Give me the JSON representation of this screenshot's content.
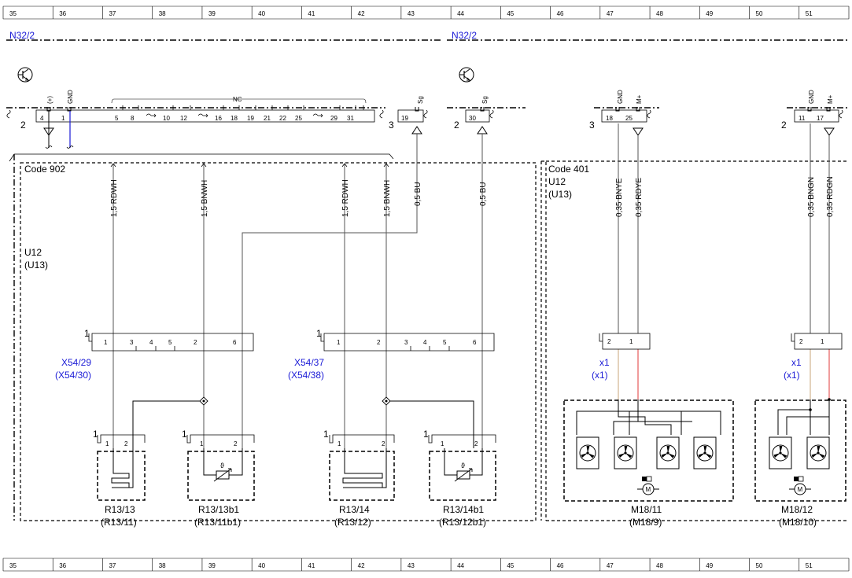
{
  "grid": {
    "columns": [
      "35",
      "36",
      "37",
      "38",
      "39",
      "40",
      "41",
      "42",
      "43",
      "44",
      "45",
      "46",
      "47",
      "48",
      "49",
      "50",
      "51"
    ]
  },
  "modules": {
    "left": "N32/2",
    "right": "N32/2"
  },
  "connector_a": {
    "end_left": "2",
    "end_right": "3",
    "pins": [
      "4",
      "1",
      "5",
      "8",
      "10",
      "12",
      "16",
      "18",
      "19",
      "21",
      "22",
      "25",
      "29",
      "31"
    ],
    "pin_plus": "(+)",
    "pin_gnd": "GND",
    "nc": "NC"
  },
  "connector_b": {
    "end_left": "3",
    "pin": "19",
    "label": "Sg"
  },
  "connector_c": {
    "end_left": "2",
    "pin": "30",
    "label": "Sg"
  },
  "connector_d": {
    "end_left": "3",
    "pins": [
      "18",
      "25"
    ],
    "labels": [
      "GND",
      "M+"
    ]
  },
  "connector_e": {
    "end_left": "2",
    "pins": [
      "11",
      "17"
    ],
    "labels": [
      "GND",
      "M+"
    ]
  },
  "code_902": {
    "title": "Code 902",
    "variant": "U12",
    "variant_alt": "(U13)"
  },
  "code_401": {
    "title": "Code 401",
    "variant": "U12",
    "variant_alt": "(U13)"
  },
  "wires": [
    {
      "id": "w1",
      "label": "1,5 RDWH"
    },
    {
      "id": "w2",
      "label": "1,5 BNWH"
    },
    {
      "id": "w3",
      "label": "1,5 RDWH"
    },
    {
      "id": "w4",
      "label": "1,5 BNWH"
    },
    {
      "id": "w5",
      "label": "0,5 BU"
    },
    {
      "id": "w6",
      "label": "0,5 BU"
    },
    {
      "id": "w7",
      "label": "0,35 BNYE"
    },
    {
      "id": "w8",
      "label": "0,35 RDYE"
    },
    {
      "id": "w9",
      "label": "0,35 BNGN"
    },
    {
      "id": "w10",
      "label": "0,35 RDGN"
    }
  ],
  "x54_29": {
    "num": "1",
    "label": "X54/29",
    "alt": "(X54/30)",
    "pins": [
      "1",
      "3",
      "4",
      "5",
      "2",
      "6"
    ]
  },
  "x54_37": {
    "num": "1",
    "label": "X54/37",
    "alt": "(X54/38)",
    "pins": [
      "1",
      "2",
      "3",
      "4",
      "5",
      "6"
    ]
  },
  "x1_a": {
    "label": "x1",
    "alt": "(x1)",
    "pins": [
      "2",
      "1"
    ]
  },
  "x1_b": {
    "label": "x1",
    "alt": "(x1)",
    "pins": [
      "2",
      "1"
    ]
  },
  "components": [
    {
      "name": "R13/13",
      "alt": "(R13/11)",
      "num": "1",
      "pins": [
        "1",
        "2"
      ]
    },
    {
      "name": "R13/13b1",
      "alt": "(R13/11b1)",
      "num": "1",
      "pins": [
        "1",
        "2"
      ]
    },
    {
      "name": "R13/14",
      "alt": "(R13/12)",
      "num": "1",
      "pins": [
        "1",
        "2"
      ]
    },
    {
      "name": "R13/14b1",
      "alt": "(R13/12b1)",
      "num": "1",
      "pins": [
        "1",
        "2"
      ]
    },
    {
      "name": "M18/11",
      "alt": "(M18/9)"
    },
    {
      "name": "M18/12",
      "alt": "(M18/10)"
    }
  ],
  "symbols": {
    "theta": "ϑ",
    "motor": "M"
  },
  "colors": {
    "blue_text": "#1a1ad6",
    "wire_blue": "#1a1ad6",
    "wire_tan": "#c9a47a",
    "wire_red": "#e03a3a",
    "wire_grey": "#555555"
  }
}
